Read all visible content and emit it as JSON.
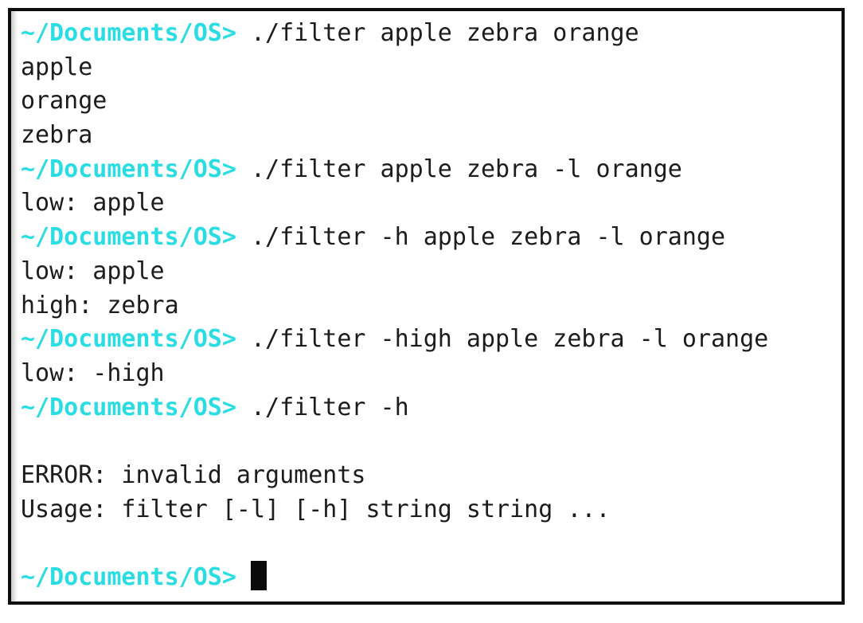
{
  "terminal": {
    "prompt": "~/Documents/OS>",
    "colors": {
      "prompt_cyan": "#29dde3",
      "text": "#1c1c1c",
      "background": "#ffffff",
      "border": "#0e0e0e",
      "cursor": "#0a0a0a"
    },
    "lines": [
      {
        "type": "command",
        "command": "./filter apple zebra orange"
      },
      {
        "type": "output",
        "text": "apple"
      },
      {
        "type": "output",
        "text": "orange"
      },
      {
        "type": "output",
        "text": "zebra"
      },
      {
        "type": "command",
        "command": "./filter apple zebra -l orange"
      },
      {
        "type": "output",
        "text": "low: apple"
      },
      {
        "type": "command",
        "command": "./filter -h apple zebra -l orange"
      },
      {
        "type": "output",
        "text": "low: apple"
      },
      {
        "type": "output",
        "text": "high: zebra"
      },
      {
        "type": "command",
        "command": "./filter -high apple zebra -l orange"
      },
      {
        "type": "output",
        "text": "low: -high"
      },
      {
        "type": "command",
        "command": "./filter -h"
      },
      {
        "type": "blank",
        "text": ""
      },
      {
        "type": "output",
        "text": "ERROR: invalid arguments"
      },
      {
        "type": "output",
        "text": "Usage: filter [-l] [-h] string string ..."
      },
      {
        "type": "blank",
        "text": ""
      },
      {
        "type": "prompt-cursor"
      }
    ]
  }
}
